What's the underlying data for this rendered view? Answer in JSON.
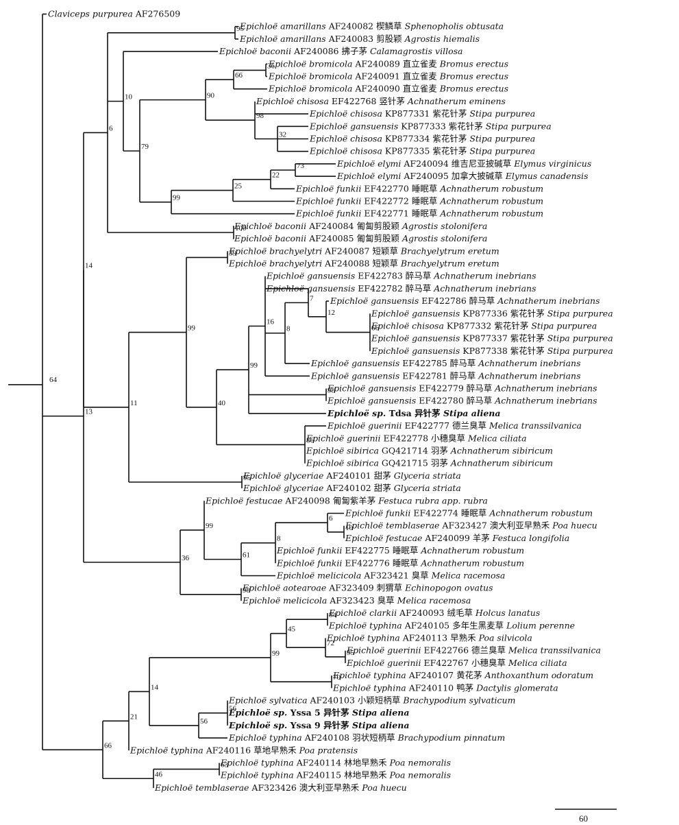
{
  "tips": [
    {
      "sp": "Claviceps purpurea",
      "acc": "AF276509",
      "zh": "",
      "host": "",
      "bold": false
    },
    {
      "sp": "Epichloë amarillans",
      "acc": "AF240082",
      "zh": "楔鳞草",
      "host": "Sphenopholis obtusata",
      "bold": false
    },
    {
      "sp": "Epichloë amarillans",
      "acc": "AF240083",
      "zh": "剪股颖",
      "host": "Agrostis hiemalis",
      "bold": false
    },
    {
      "sp": "Epichloë baconii",
      "acc": "AF240086",
      "zh": "拂子茅",
      "host": "Calamagrostis villosa",
      "bold": false
    },
    {
      "sp": "Epichloë bromicola",
      "acc": "AF240089",
      "zh": "直立雀麦",
      "host": "Bromus erectus",
      "bold": false
    },
    {
      "sp": "Epichloë bromicola",
      "acc": "AF240091",
      "zh": "直立雀麦",
      "host": "Bromus erectus",
      "bold": false
    },
    {
      "sp": "Epichloë bromicola",
      "acc": "AF240090",
      "zh": "直立雀麦",
      "host": "Bromus erectus",
      "bold": false
    },
    {
      "sp": "Epichloë chisosa",
      "acc": "EF422768",
      "zh": "竖针茅",
      "host": "Achnatherum eminens",
      "bold": false
    },
    {
      "sp": "Epichloë chisosa",
      "acc": "KP877331",
      "zh": "紫花针茅",
      "host": "Stipa purpurea",
      "bold": false
    },
    {
      "sp": "Epichloë gansuensis",
      "acc": "KP877333",
      "zh": "紫花针茅",
      "host": "Stipa purpurea",
      "bold": false
    },
    {
      "sp": "Epichloë chisosa",
      "acc": "KP877334",
      "zh": "紫花针茅",
      "host": "Stipa purpurea",
      "bold": false
    },
    {
      "sp": "Epichloë chisosa",
      "acc": "KP877335",
      "zh": "紫花针茅",
      "host": "Stipa purpurea",
      "bold": false
    },
    {
      "sp": "Epichloë elymi",
      "acc": "AF240094",
      "zh": "维吉尼亚披碱草",
      "host": "Elymus virginicus",
      "bold": false
    },
    {
      "sp": "Epichloë elymi",
      "acc": "AF240095",
      "zh": "加拿大披碱草",
      "host": "Elymus canadensis",
      "bold": false
    },
    {
      "sp": "Epichloë funkii",
      "acc": "EF422770",
      "zh": "睡眠草",
      "host": "Achnatherum robustum",
      "bold": false
    },
    {
      "sp": "Epichloë funkii",
      "acc": "EF422772",
      "zh": "睡眠草",
      "host": "Achnatherum robustum",
      "bold": false
    },
    {
      "sp": "Epichloë funkii",
      "acc": "EF422771",
      "zh": "睡眠草",
      "host": "Achnatherum robustum",
      "bold": false
    },
    {
      "sp": "Epichloë baconii",
      "acc": "AF240084",
      "zh": "匍匐剪股颖",
      "host": "Agrostis stolonifera",
      "bold": false
    },
    {
      "sp": "Epichloë baconii",
      "acc": "AF240085",
      "zh": "匍匐剪股颖",
      "host": "Agrostis stolonifera",
      "bold": false
    },
    {
      "sp": "Epichloë brachyelytri",
      "acc": "AF240087",
      "zh": "短颖草",
      "host": "Brachyelytrum eretum",
      "bold": false
    },
    {
      "sp": "Epichloë brachyelytri",
      "acc": "AF240088",
      "zh": "短颖草",
      "host": "Brachyelytrum eretum",
      "bold": false
    },
    {
      "sp": "Epichloë gansuensis",
      "acc": "EF422783",
      "zh": "醉马草",
      "host": "Achnatherum inebrians",
      "bold": false
    },
    {
      "sp": "Epichloë gansuensis",
      "acc": "EF422782",
      "zh": "醉马草",
      "host": "Achnatherum inebrians",
      "bold": false
    },
    {
      "sp": "Epichloë gansuensis",
      "acc": "EF422786",
      "zh": "醉马草",
      "host": "Achnatherum inebrians",
      "bold": false
    },
    {
      "sp": "Epichloë gansuensis",
      "acc": "KP877336",
      "zh": "紫花针茅",
      "host": "Stipa purpurea",
      "bold": false
    },
    {
      "sp": "Epichloë chisosa",
      "acc": "KP877332",
      "zh": "紫花针茅",
      "host": "Stipa purpurea",
      "bold": false
    },
    {
      "sp": "Epichloë gansuensis",
      "acc": "KP877337",
      "zh": "紫花针茅",
      "host": "Stipa purpurea",
      "bold": false
    },
    {
      "sp": "Epichloë gansuensis",
      "acc": "KP877338",
      "zh": "紫花针茅",
      "host": "Stipa purpurea",
      "bold": false
    },
    {
      "sp": "Epichloë gansuensis",
      "acc": "EF422785",
      "zh": "醉马草",
      "host": "Achnatherum inebrians",
      "bold": false
    },
    {
      "sp": "Epichloë gansuensis",
      "acc": "EF422781",
      "zh": "醉马草",
      "host": "Achnatherum inebrians",
      "bold": false
    },
    {
      "sp": "Epichloë gansuensis",
      "acc": "EF422779",
      "zh": "醉马草",
      "host": "Achnatherum inebrians",
      "bold": false
    },
    {
      "sp": "Epichloë gansuensis",
      "acc": "EF422780",
      "zh": "醉马草",
      "host": "Achnatherum inebrians",
      "bold": false
    },
    {
      "sp": "Epichloë sp.",
      "acc": "Tdsa",
      "zh": "异针茅",
      "host": "Stipa aliena",
      "bold": true
    },
    {
      "sp": "Epichloë guerinii",
      "acc": "EF422777",
      "zh": "德兰臭草",
      "host": "Melica transsilvanica",
      "bold": false
    },
    {
      "sp": "Epichloë guerinii",
      "acc": "EF422778",
      "zh": "小穗臭草",
      "host": "Melica ciliata",
      "bold": false
    },
    {
      "sp": "Epichloë sibirica",
      "acc": "GQ421714",
      "zh": "羽茅",
      "host": "Achnatherum sibiricum",
      "bold": false
    },
    {
      "sp": "Epichloë sibirica",
      "acc": "GQ421715",
      "zh": "羽茅",
      "host": "Achnatherum sibiricum",
      "bold": false
    },
    {
      "sp": "Epichloë glyceriae",
      "acc": "AF240101",
      "zh": "甜茅",
      "host": "Glyceria striata",
      "bold": false
    },
    {
      "sp": "Epichloë glyceriae",
      "acc": "AF240102",
      "zh": "甜茅",
      "host": "Glyceria striata",
      "bold": false
    },
    {
      "sp": "Epichloë festucae",
      "acc": "AF240098",
      "zh": "匍匐紫羊茅",
      "host": "Festuca rubra app. rubra",
      "bold": false
    },
    {
      "sp": "Epichloë funkii",
      "acc": "EF422774",
      "zh": "睡眠草",
      "host": "Achnatherum robustum",
      "bold": false
    },
    {
      "sp": "Epichloë temblaserae",
      "acc": "AF323427",
      "zh": "澳大利亚早熟禾",
      "host": "Poa huecu",
      "bold": false
    },
    {
      "sp": "Epichloë festucae",
      "acc": "AF240099",
      "zh": "羊茅",
      "host": "Festuca longifolia",
      "bold": false
    },
    {
      "sp": "Epichloë funkii",
      "acc": "EF422775",
      "zh": "睡眠草",
      "host": "Achnatherum robustum",
      "bold": false
    },
    {
      "sp": "Epichloë funkii",
      "acc": "EF422776",
      "zh": "睡眠草",
      "host": "Achnatherum robustum",
      "bold": false
    },
    {
      "sp": "Epichloë melicicola",
      "acc": "AF323421",
      "zh": "臭草",
      "host": "Melica racemosa",
      "bold": false
    },
    {
      "sp": "Epichloë aotearoae",
      "acc": "AF323409",
      "zh": "刺猬草",
      "host": "Echinopogon ovatus",
      "bold": false
    },
    {
      "sp": "Epichloë melicicola",
      "acc": "AF323423",
      "zh": "臭草",
      "host": "Melica racemosa",
      "bold": false
    },
    {
      "sp": "Epichloë clarkii",
      "acc": "AF240093",
      "zh": "绒毛草",
      "host": "Holcus lanatus",
      "bold": false
    },
    {
      "sp": "Epichloë typhina",
      "acc": "AF240105",
      "zh": "多年生黑麦草",
      "host": "Lolium perenne",
      "bold": false
    },
    {
      "sp": "Epichloë typhina",
      "acc": "AF240113",
      "zh": "早熟禾",
      "host": "Poa silvicola",
      "bold": false
    },
    {
      "sp": "Epichloë guerinii",
      "acc": "EF422766",
      "zh": "德兰臭草",
      "host": "Melica transsilvanica",
      "bold": false
    },
    {
      "sp": "Epichloë guerinii",
      "acc": "EF422767",
      "zh": "小穗臭草",
      "host": "Melica ciliata",
      "bold": false
    },
    {
      "sp": "Epichloë typhina",
      "acc": "AF240107",
      "zh": "黄花茅",
      "host": "Anthoxanthum odoratum",
      "bold": false
    },
    {
      "sp": "Epichloë typhina",
      "acc": "AF240110",
      "zh": "鸭茅",
      "host": "Dactylis glomerata",
      "bold": false
    },
    {
      "sp": "Epichloë sylvatica",
      "acc": "AF240103",
      "zh": "小颖短柄草",
      "host": "Brachypodium sylvaticum",
      "bold": false
    },
    {
      "sp": "Epichloë sp.",
      "acc": "Yssa 5",
      "zh": "异针茅",
      "host": "Stipa aliena",
      "bold": true
    },
    {
      "sp": "Epichloë sp.",
      "acc": "Yssa 9",
      "zh": "异针茅",
      "host": "Stipa aliena",
      "bold": true
    },
    {
      "sp": "Epichloë typhina",
      "acc": "AF240108",
      "zh": "羽状短柄草",
      "host": "Brachypodium pinnatum",
      "bold": false
    },
    {
      "sp": "Epichloë typhina",
      "acc": "AF240116",
      "zh": "草地早熟禾",
      "host": "Poa pratensis",
      "bold": false
    },
    {
      "sp": "Epichloë typhina",
      "acc": "AF240114",
      "zh": "林地早熟禾",
      "host": "Poa nemoralis",
      "bold": false
    },
    {
      "sp": "Epichloë typhina",
      "acc": "AF240115",
      "zh": "林地早熟禾",
      "host": "Poa nemoralis",
      "bold": false
    },
    {
      "sp": "Epichloë temblaserae",
      "acc": "AF323426",
      "zh": "澳大利亚早熟禾",
      "host": "Poa huecu",
      "bold": false
    }
  ],
  "bootstrap": [
    "95",
    "36",
    "66",
    "98",
    "32",
    "90",
    "73",
    "22",
    "25",
    "99",
    "79",
    "100",
    "10",
    "6",
    "14",
    "39",
    "12",
    "66",
    "7",
    "8",
    "16",
    "99",
    "40",
    "98",
    "86",
    "99",
    "57",
    "95",
    "11",
    "13",
    "6",
    "10",
    "8",
    "61",
    "46",
    "99",
    "98",
    "36",
    "84",
    "95",
    "72",
    "70",
    "45",
    "99",
    "14",
    "56",
    "21",
    "14",
    "63",
    "46",
    "66",
    "64"
  ],
  "scale_label": "60"
}
